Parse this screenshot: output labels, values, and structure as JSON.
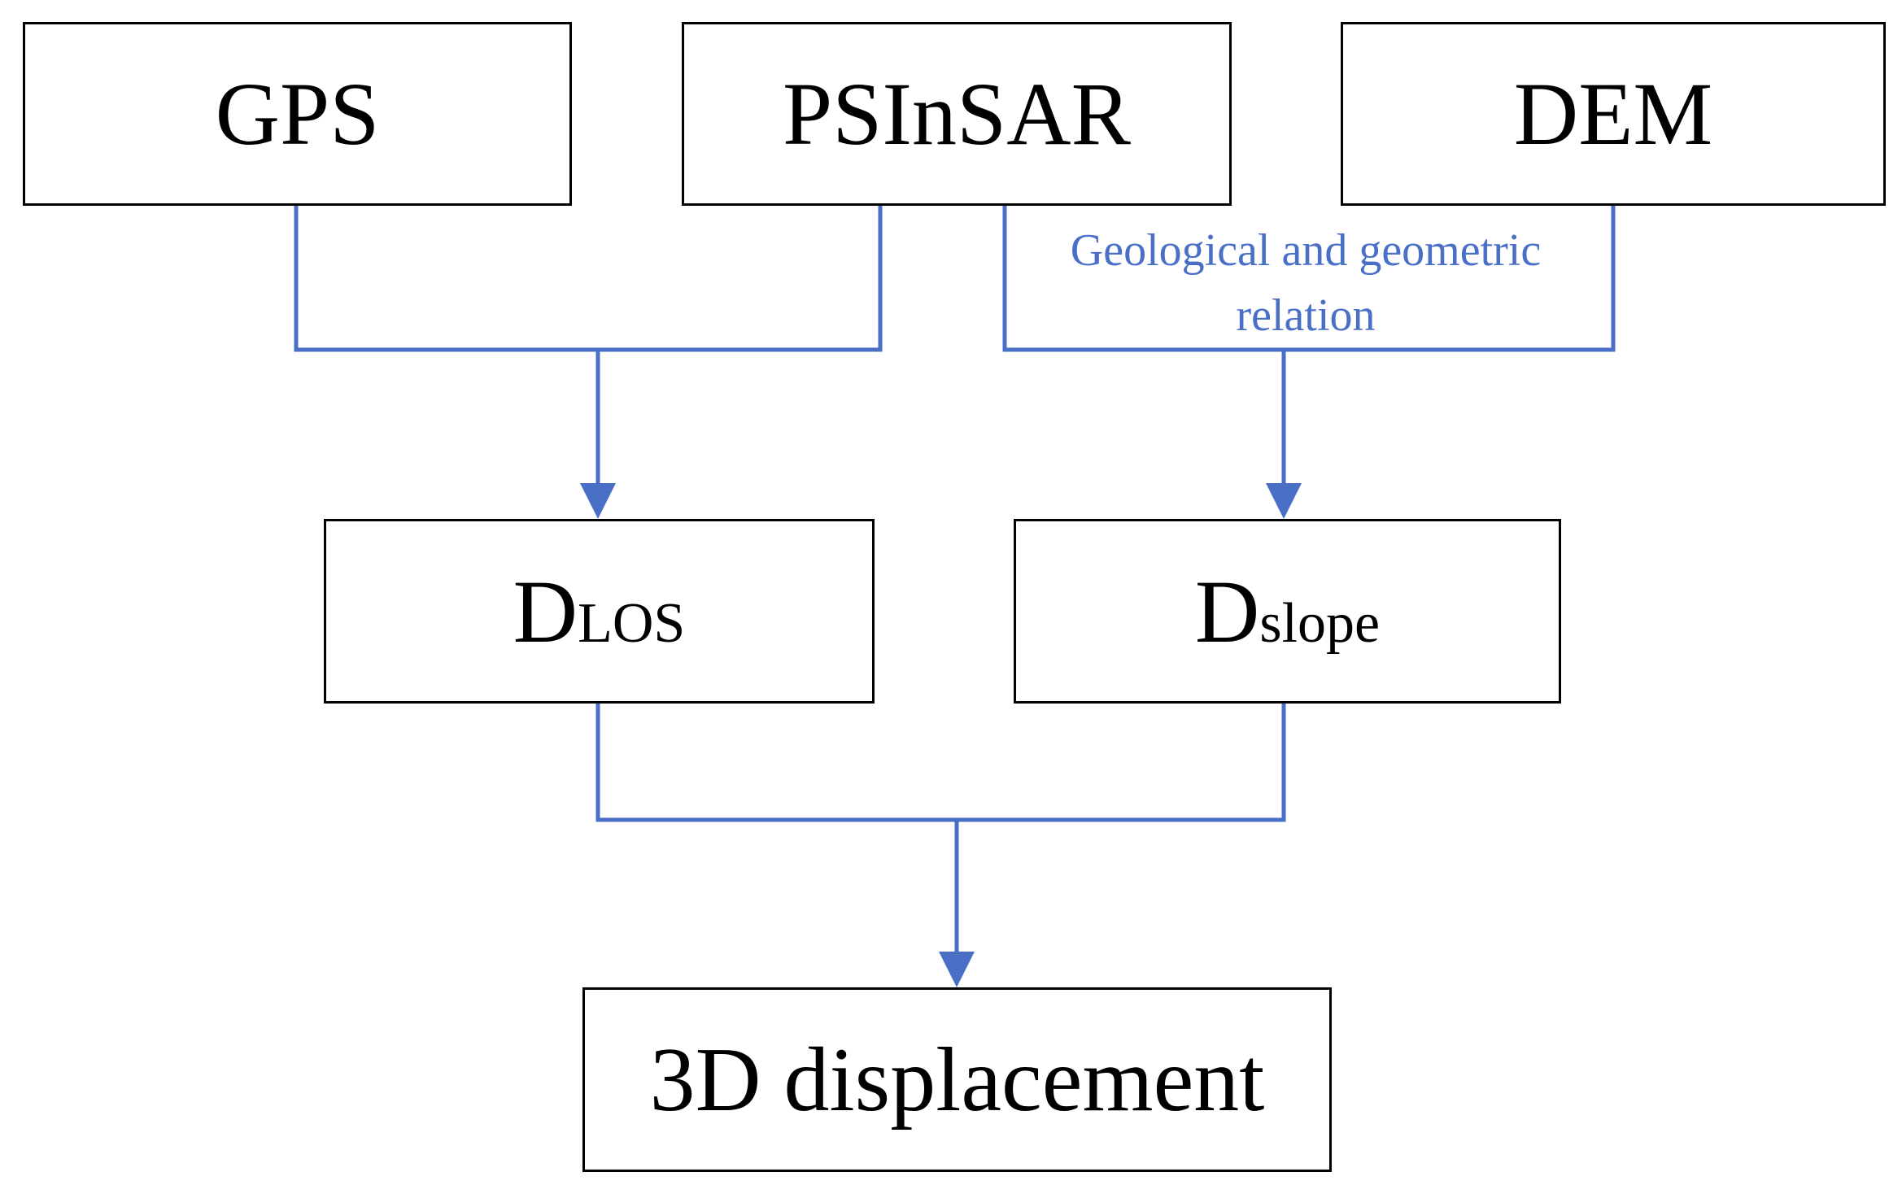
{
  "colors": {
    "connector": "#4a6fc6",
    "box_border": "#000000",
    "text": "#000000"
  },
  "nodes": {
    "gps": "GPS",
    "psinsar": "PSInSAR",
    "dem": "DEM",
    "dlos": {
      "main": "D",
      "sub": "LOS"
    },
    "dslope": {
      "main": "D",
      "sub": "slope"
    },
    "displacement": "3D displacement"
  },
  "edge_label": {
    "line1": "Geological and geometric",
    "line2": "relation"
  }
}
